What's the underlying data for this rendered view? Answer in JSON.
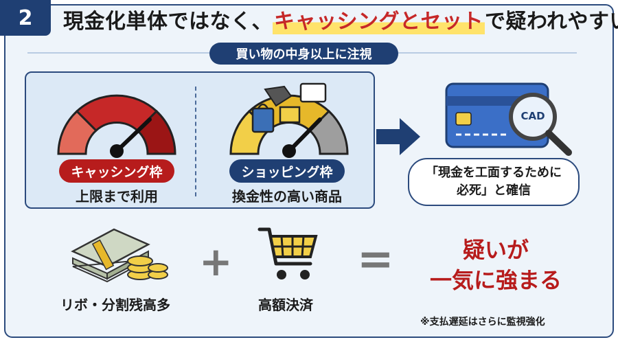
{
  "header": {
    "number": "2",
    "title_prefix": "現金化単体ではなく、",
    "title_highlight": "キャッシングとセット",
    "title_suffix": "で疑われやすい"
  },
  "subtitle": "買い物の中身以上に注視",
  "left_gauge": {
    "tag": "キャッシング枠",
    "caption": "上限まで利用",
    "colors": [
      "#e26a5a",
      "#c62828",
      "#9b1515"
    ]
  },
  "right_gauge": {
    "tag": "ショッピング枠",
    "caption": "換金性の高い商品",
    "colors": [
      "#f2cf48",
      "#e6b82a",
      "#9e9e9e"
    ]
  },
  "card": {
    "magnifier_text": "CAD"
  },
  "bubble": {
    "line1": "「現金を工面するために",
    "line2": "必死」と確信"
  },
  "bottom": {
    "money_label": "リボ・分割残高多",
    "cart_label": "高額決済",
    "plus": "+",
    "equals": "=",
    "result_line1": "疑いが",
    "result_line2": "一気に強まる",
    "note": "※支払遅延はさらに監視強化"
  },
  "colors": {
    "navy": "#1f3f73",
    "red": "#b71c1c",
    "highlight": "#ffe36b",
    "panel": "#dce9f6"
  }
}
